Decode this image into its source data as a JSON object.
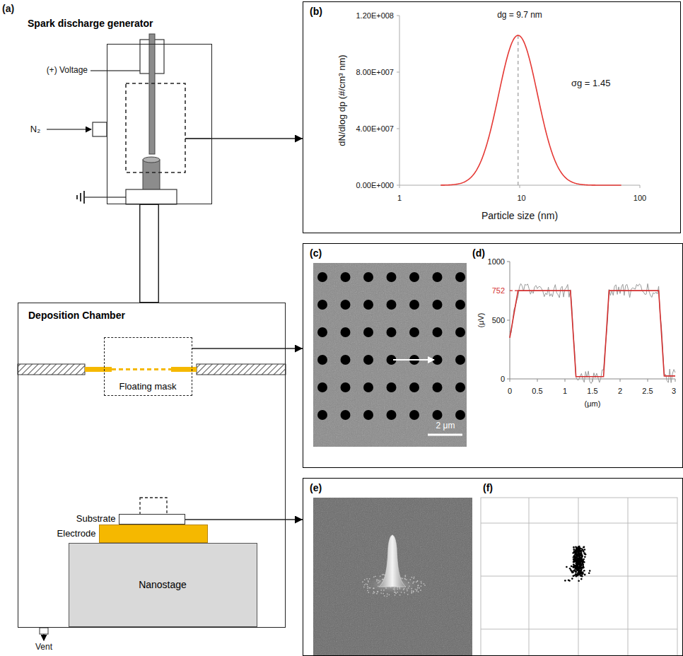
{
  "diagram": {
    "nodes": [
      {
        "text": [
          "Spark discharge generator"
        ]
      },
      {
        "text": [
          "(b)"
        ]
      },
      {
        "text": [
          "Deposition Chamber"
        ]
      },
      {
        "text": [
          "Floating mask"
        ],
        "in": 2
      },
      {
        "text": [
          "(c)",
          "(d)"
        ]
      },
      {
        "text": [
          "Substrate"
        ],
        "in": 2
      },
      {
        "text": [
          "Electrode"
        ],
        "in": 2
      },
      {
        "text": [
          "Nanostage"
        ],
        "in": 2
      },
      {
        "text": [
          "(e)",
          "(f)"
        ]
      }
    ],
    "edges": [
      {
        "from": 0,
        "to": 1,
        "arrow": "to"
      },
      {
        "from": 0,
        "to": 2,
        "arrow": "none"
      },
      {
        "from": 3,
        "to": 4,
        "arrow": "to"
      },
      {
        "from": 5,
        "to": 8,
        "arrow": "to"
      }
    ],
    "labels": [
      "(a)",
      "(+) Voltage",
      "N₂",
      "Vent",
      "dN/dlog dp (#/cm³ nm)",
      "1.20E+008",
      "8.00E+007",
      "4.00E+007",
      "0.00E+000",
      "1",
      "10",
      "100",
      "Particle size (nm)",
      "dg = 9.7 nm",
      "σg = 1.45",
      "2 μm",
      "1000",
      "752",
      "500",
      "0",
      "(μV)",
      "0",
      "0.5",
      "1",
      "1.5",
      "2",
      "2.5",
      "3",
      "(μm)"
    ]
  }
}
